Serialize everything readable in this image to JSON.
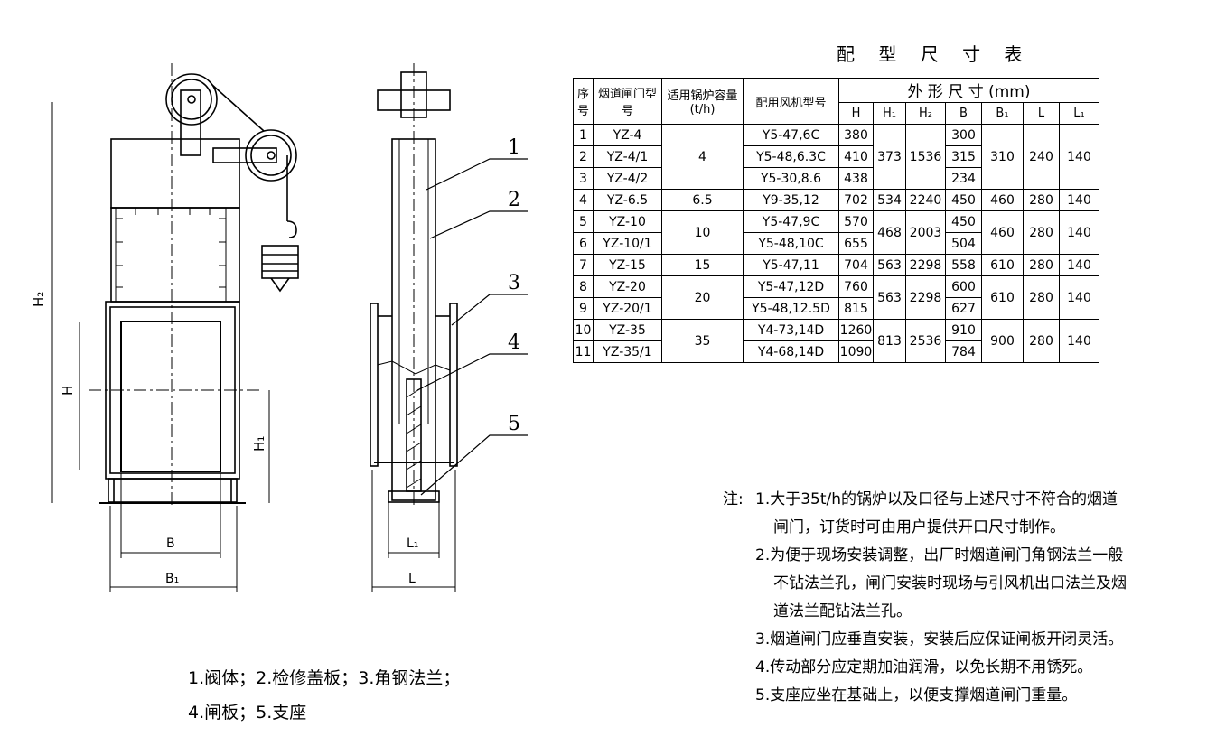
{
  "drawing": {
    "dims": {
      "H2": "H₂",
      "H": "H",
      "H1": "H₁",
      "B": "B",
      "B1": "B₁",
      "L1": "L₁",
      "L": "L"
    },
    "callouts": [
      "1",
      "2",
      "3",
      "4",
      "5"
    ],
    "legend_line1": "1.阀体；2.检修盖板；3.角钢法兰；",
    "legend_line2": "4.闸板；5.支座"
  },
  "table": {
    "title": "配 型 尺 寸 表",
    "header": {
      "seq": "序号",
      "model": "烟道闸门型号",
      "boiler": "适用锅炉容量(t/h)",
      "fan": "配用风机型号",
      "dims_group": "外 形 尺 寸 (mm)",
      "dims_cols": [
        "H",
        "H₁",
        "H₂",
        "B",
        "B₁",
        "L",
        "L₁"
      ]
    },
    "rows": [
      {
        "seq": "1",
        "model": "YZ-4",
        "fan": "Y5-47,6C",
        "H": "380",
        "B": "300"
      },
      {
        "seq": "2",
        "model": "YZ-4/1",
        "fan": "Y5-48,6.3C",
        "H": "410",
        "B": "315"
      },
      {
        "seq": "3",
        "model": "YZ-4/2",
        "fan": "Y5-30,8.6",
        "H": "438",
        "B": "234"
      },
      {
        "seq": "4",
        "model": "YZ-6.5",
        "fan": "Y9-35,12",
        "H": "702",
        "B": "450"
      },
      {
        "seq": "5",
        "model": "YZ-10",
        "fan": "Y5-47,9C",
        "H": "570",
        "B": "450"
      },
      {
        "seq": "6",
        "model": "YZ-10/1",
        "fan": "Y5-48,10C",
        "H": "655",
        "B": "504"
      },
      {
        "seq": "7",
        "model": "YZ-15",
        "fan": "Y5-47,11",
        "H": "704",
        "B": "558"
      },
      {
        "seq": "8",
        "model": "YZ-20",
        "fan": "Y5-47,12D",
        "H": "760",
        "B": "600"
      },
      {
        "seq": "9",
        "model": "YZ-20/1",
        "fan": "Y5-48,12.5D",
        "H": "815",
        "B": "627"
      },
      {
        "seq": "10",
        "model": "YZ-35",
        "fan": "Y4-73,14D",
        "H": "1260",
        "B": "910"
      },
      {
        "seq": "11",
        "model": "YZ-35/1",
        "fan": "Y4-68,14D",
        "H": "1090",
        "B": "784"
      }
    ],
    "groups": [
      {
        "boiler": "4",
        "H1": "373",
        "H2": "1536",
        "B1": "310",
        "L": "240",
        "L1": "140"
      },
      {
        "boiler": "6.5",
        "H1": "534",
        "H2": "2240",
        "B1": "460",
        "L": "280",
        "L1": "140"
      },
      {
        "boiler": "10",
        "H1": "468",
        "H2": "2003",
        "B1": "460",
        "L": "280",
        "L1": "140"
      },
      {
        "boiler": "15",
        "H1": "563",
        "H2": "2298",
        "B1": "610",
        "L": "280",
        "L1": "140"
      },
      {
        "boiler": "20",
        "H1": "563",
        "H2": "2298",
        "B1": "610",
        "L": "280",
        "L1": "140"
      },
      {
        "boiler": "35",
        "H1": "813",
        "H2": "2536",
        "B1": "900",
        "L": "280",
        "L1": "140"
      }
    ]
  },
  "notes": {
    "lead": "注:",
    "n1a": "1.大于35t/h的锅炉以及口径与上述尺寸不符合的烟道",
    "n1b": "闸门，订货时可由用户提供开口尺寸制作。",
    "n2a": "2.为便于现场安装调整，出厂时烟道闸门角钢法兰一般",
    "n2b": "不钻法兰孔，闸门安装时现场与引风机出口法兰及烟",
    "n2c": "道法兰配钻法兰孔。",
    "n3": "3.烟道闸门应垂直安装，安装后应保证闸板开闭灵活。",
    "n4": "4.传动部分应定期加油润滑，以免长期不用锈死。",
    "n5": "5.支座应坐在基础上，以便支撑烟道闸门重量。"
  }
}
